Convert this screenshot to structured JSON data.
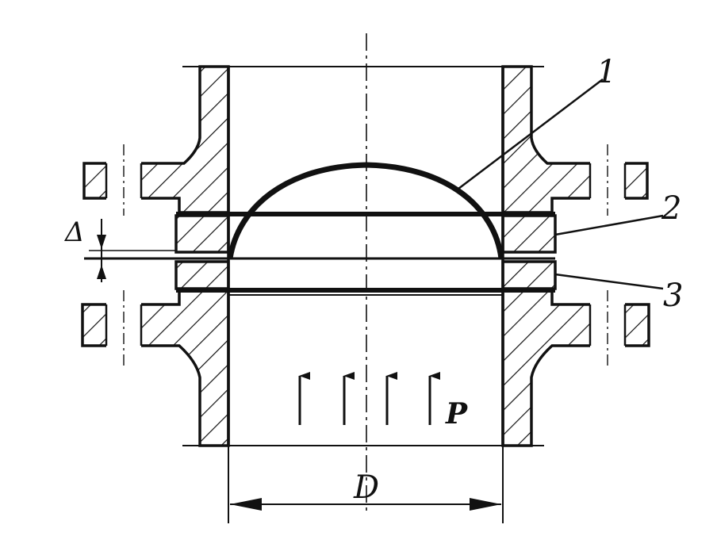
{
  "labels": {
    "part_1": "1",
    "part_2": "2",
    "part_3": "3",
    "diameter": "D",
    "pressure": "P",
    "gap": "Δ"
  },
  "colors": {
    "ink": "#111111",
    "paper": "#ffffff"
  }
}
